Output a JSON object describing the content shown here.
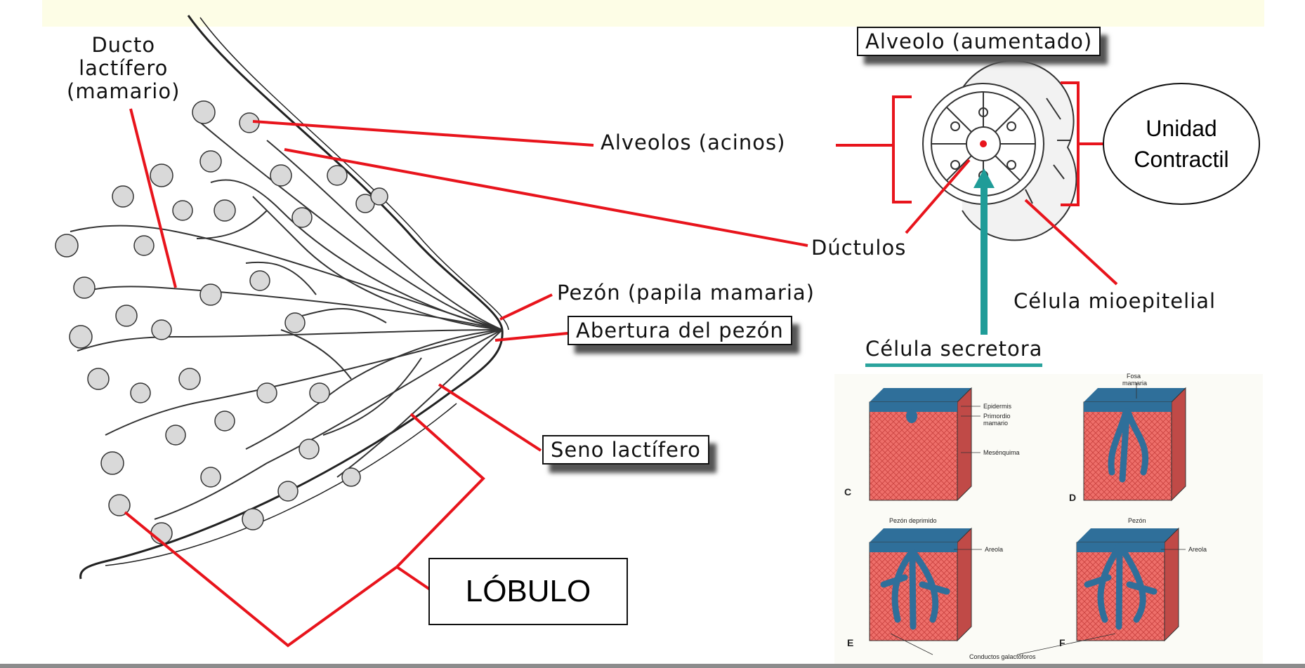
{
  "labels": {
    "ducto": [
      "Ducto",
      "lactífero",
      "(mamario)"
    ],
    "alveolos_acinos": "Alveolos (acinos)",
    "alveolo_aumentado": "Alveolo (aumentado)",
    "unidad_contractil": [
      "Unidad",
      "Contractil"
    ],
    "ductulos": "Dúctulos",
    "celula_mioepitelial": "Célula mioepitelial",
    "pezon": "Pezón (papila mamaria)",
    "abertura": "Abertura del pezón",
    "celula_secretora": "Célula secretora",
    "seno": "Seno lactífero",
    "lobulo": "LÓBULO"
  },
  "embryo_panel": {
    "letters": [
      "C",
      "D",
      "E",
      "F"
    ],
    "small_labels": {
      "c_epidermis": "Epidermis",
      "c_primordio": "Primordio",
      "c_mamario": "mamario",
      "c_mesenquima": "Mesénquima",
      "d_fosa": "Fosa",
      "d_mamaria": "mamaria",
      "e_pezon_deprimido": "Pezón deprimido",
      "e_areola": "Areola",
      "f_pezon": "Pezón",
      "f_areola": "Areola",
      "conductos": "Conductos galactóforos"
    }
  },
  "colors": {
    "leader_red": "#e8141c",
    "teal_arrow": "#1f9c98",
    "tissue_pink": "#ee6f6a",
    "epidermis_blue": "#2f6f9a"
  }
}
